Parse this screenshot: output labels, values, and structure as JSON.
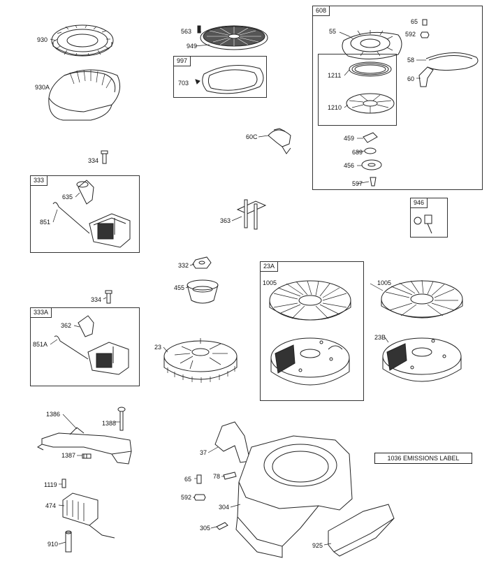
{
  "labels": {
    "l930": "930",
    "l930A": "930A",
    "l334a": "334",
    "l563": "563",
    "l949": "949",
    "l703": "703",
    "l60C": "60C",
    "l55": "55",
    "l65a": "65",
    "l592a": "592",
    "l58": "58",
    "l60": "60",
    "l1211": "1211",
    "l1210": "1210",
    "l459": "459",
    "l689": "689",
    "l456": "456",
    "l597": "597",
    "l635": "635",
    "l851": "851",
    "l363": "363",
    "l332": "332",
    "l455": "455",
    "l1005a": "1005",
    "l1005b": "1005",
    "l334b": "334",
    "l362": "362",
    "l851A": "851A",
    "l23": "23",
    "l23B": "23B",
    "l1386": "1386",
    "l1388": "1388",
    "l1387": "1387",
    "l37": "37",
    "l65b": "65",
    "l78": "78",
    "l592b": "592",
    "l304": "304",
    "l1119": "1119",
    "l474": "474",
    "l910": "910",
    "l305": "305",
    "l925": "925"
  },
  "boxes": {
    "b608": "608",
    "b997": "997",
    "b333": "333",
    "b946": "946",
    "b23A": "23A",
    "b333A": "333A"
  },
  "emissions_label": "1036 EMISSIONS LABEL"
}
